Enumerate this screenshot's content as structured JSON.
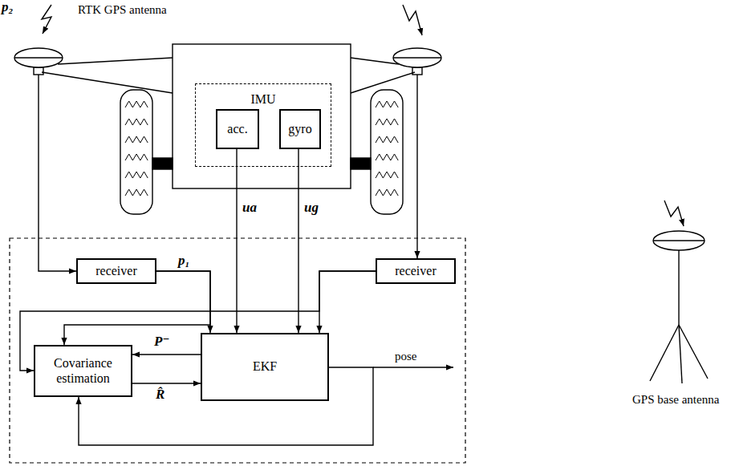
{
  "diagram": {
    "nodes": [
      {
        "text": [
          "IMU"
        ]
      },
      {
        "text": [
          "acc."
        ],
        "in": 0
      },
      {
        "text": [
          "gyro"
        ],
        "in": 0
      },
      {
        "text": [
          "receiver"
        ]
      },
      {
        "text": [
          "receiver"
        ]
      },
      {
        "text": [
          "Covariance estimation"
        ]
      },
      {
        "text": [
          "EKF"
        ]
      }
    ],
    "edges": [
      {
        "from": 1,
        "to": 6,
        "arrow": "to",
        "label": "ua"
      },
      {
        "from": 2,
        "to": 6,
        "arrow": "to",
        "label": "ug"
      },
      {
        "from": 3,
        "to": 6,
        "arrow": "to",
        "label": "p₁"
      },
      {
        "from": 3,
        "to": 5,
        "arrow": "to"
      },
      {
        "from": 4,
        "to": 6,
        "arrow": "to",
        "label": "p₂"
      },
      {
        "from": 4,
        "to": 5,
        "arrow": "to"
      },
      {
        "from": 6,
        "to": 5,
        "arrow": "to",
        "label": "P⁻"
      },
      {
        "from": 5,
        "to": 6,
        "arrow": "to",
        "label": "R̂"
      },
      {
        "from": 6,
        "to": 5,
        "arrow": "to"
      }
    ],
    "labels": [
      "RTK GPS antenna",
      "pose",
      "GPS base antenna"
    ]
  }
}
